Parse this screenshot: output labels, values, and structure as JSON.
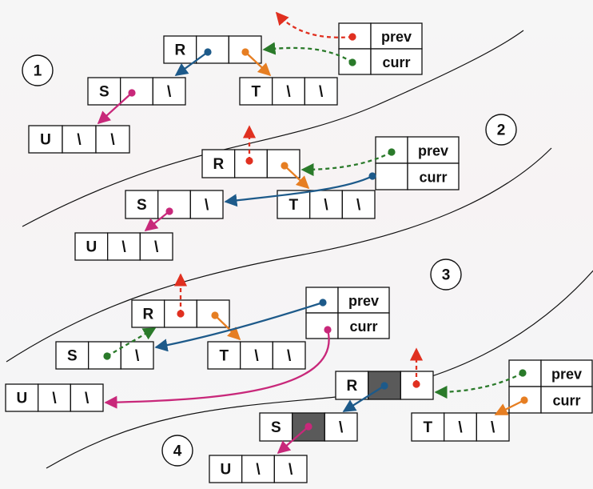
{
  "null_mark": "\\",
  "colors": {
    "pink": "#c8287a",
    "blue": "#1d5a8a",
    "orange": "#e67e22",
    "red": "#e03020",
    "green": "#2a7a2a",
    "dark_cell": "#5a5a5a"
  },
  "steps": [
    {
      "number": "1",
      "nodes": {
        "r": "R",
        "s": "S",
        "t": "T",
        "u": "U"
      },
      "pointers": {
        "prev": "prev",
        "curr": "curr"
      }
    },
    {
      "number": "2",
      "nodes": {
        "r": "R",
        "s": "S",
        "t": "T",
        "u": "U"
      },
      "pointers": {
        "prev": "prev",
        "curr": "curr"
      }
    },
    {
      "number": "3",
      "nodes": {
        "r": "R",
        "s": "S",
        "t": "T",
        "u": "U"
      },
      "pointers": {
        "prev": "prev",
        "curr": "curr"
      }
    },
    {
      "number": "4",
      "nodes": {
        "r": "R",
        "s": "S",
        "t": "T",
        "u": "U"
      },
      "pointers": {
        "prev": "prev",
        "curr": "curr"
      }
    }
  ]
}
